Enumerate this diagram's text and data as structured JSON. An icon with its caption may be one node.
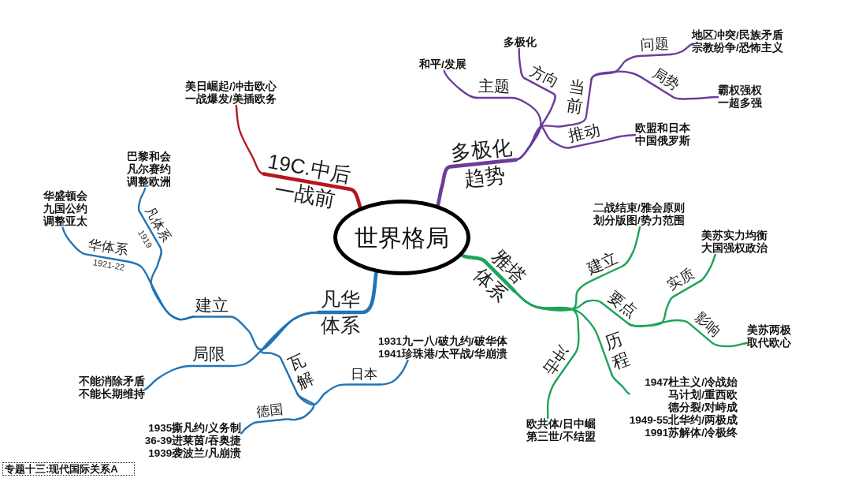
{
  "diagram": {
    "nodes": [
      {
        "text": [
          "世界格局"
        ]
      },
      {
        "text": [
          "19C.中后一战前"
        ]
      },
      {
        "text": [
          "美日崛起/冲击欧心",
          "一战爆发/美插欧务"
        ]
      },
      {
        "text": [
          "多极化趋势"
        ]
      },
      {
        "text": [
          "主题"
        ]
      },
      {
        "text": [
          "和平/发展"
        ]
      },
      {
        "text": [
          "方向"
        ]
      },
      {
        "text": [
          "多极化"
        ]
      },
      {
        "text": [
          "当前"
        ]
      },
      {
        "text": [
          "问题"
        ]
      },
      {
        "text": [
          "地区冲突/民族矛盾",
          "宗教纷争/恐怖主义"
        ]
      },
      {
        "text": [
          "局势"
        ]
      },
      {
        "text": [
          "霸权强权",
          "一超多强"
        ]
      },
      {
        "text": [
          "推动"
        ]
      },
      {
        "text": [
          "欧盟和日本",
          "中国俄罗斯"
        ]
      },
      {
        "text": [
          "雅塔体系"
        ]
      },
      {
        "text": [
          "建立"
        ]
      },
      {
        "text": [
          "二战结束/雅会原则",
          "划分版图/势力范围"
        ]
      },
      {
        "text": [
          "要点"
        ]
      },
      {
        "text": [
          "实质"
        ]
      },
      {
        "text": [
          "美苏实力均衡",
          "大国强权政治"
        ]
      },
      {
        "text": [
          "影响"
        ]
      },
      {
        "text": [
          "美苏两极",
          "取代欧心"
        ]
      },
      {
        "text": [
          "历程"
        ]
      },
      {
        "text": [
          "1947杜主义/冷战始",
          "马计划/重西欧",
          "德分裂/对峙成",
          "1949-55北华约/两极成",
          "1991苏解体/冷极终"
        ]
      },
      {
        "text": [
          "冲击"
        ]
      },
      {
        "text": [
          "欧共体/日中崛",
          "第三世/不结盟"
        ]
      },
      {
        "text": [
          "凡华体系"
        ]
      },
      {
        "text": [
          "建立"
        ]
      },
      {
        "text": [
          "华体系"
        ],
        "beside": [
          "1921-22"
        ]
      },
      {
        "text": [
          "华盛顿会",
          "九国公约",
          "调整亚太"
        ]
      },
      {
        "text": [
          "凡体系"
        ],
        "beside": [
          "1919"
        ]
      },
      {
        "text": [
          "巴黎和会",
          "凡尔赛约",
          "调整欧洲"
        ]
      },
      {
        "text": [
          "局限"
        ]
      },
      {
        "text": [
          "不能消除矛盾",
          "不能长期维持"
        ]
      },
      {
        "text": [
          "瓦解"
        ]
      },
      {
        "text": [
          "日本"
        ]
      },
      {
        "text": [
          "1931九一八/破九约/破华体",
          "1941珍珠港/太平战/华崩溃"
        ]
      },
      {
        "text": [
          "德国"
        ]
      },
      {
        "text": [
          "1935撕凡约/义务制",
          "36-39进莱茵/吞奥捷",
          "1939袭波兰/凡崩溃"
        ]
      }
    ],
    "edges": [
      {
        "from": 0,
        "to": 1,
        "arrow": "none",
        "style": "thick",
        "color": "#b5171e"
      },
      {
        "from": 1,
        "to": 2,
        "arrow": "none",
        "color": "#b5171e"
      },
      {
        "from": 0,
        "to": 3,
        "arrow": "none",
        "style": "thick",
        "color": "#6d3d9c"
      },
      {
        "from": 3,
        "to": 4,
        "arrow": "none",
        "color": "#6d3d9c"
      },
      {
        "from": 4,
        "to": 5,
        "arrow": "none",
        "color": "#6d3d9c"
      },
      {
        "from": 3,
        "to": 6,
        "arrow": "none",
        "color": "#6d3d9c"
      },
      {
        "from": 6,
        "to": 7,
        "arrow": "none",
        "color": "#6d3d9c"
      },
      {
        "from": 3,
        "to": 8,
        "arrow": "none",
        "color": "#6d3d9c"
      },
      {
        "from": 8,
        "to": 9,
        "arrow": "none",
        "color": "#6d3d9c"
      },
      {
        "from": 9,
        "to": 10,
        "arrow": "none",
        "color": "#6d3d9c"
      },
      {
        "from": 8,
        "to": 11,
        "arrow": "none",
        "color": "#6d3d9c"
      },
      {
        "from": 11,
        "to": 12,
        "arrow": "none",
        "color": "#6d3d9c"
      },
      {
        "from": 3,
        "to": 13,
        "arrow": "none",
        "color": "#6d3d9c"
      },
      {
        "from": 13,
        "to": 14,
        "arrow": "none",
        "color": "#6d3d9c"
      },
      {
        "from": 0,
        "to": 15,
        "arrow": "none",
        "style": "thick",
        "color": "#1fa35a"
      },
      {
        "from": 15,
        "to": 16,
        "arrow": "none",
        "color": "#1fa35a"
      },
      {
        "from": 16,
        "to": 17,
        "arrow": "none",
        "color": "#1fa35a"
      },
      {
        "from": 15,
        "to": 18,
        "arrow": "none",
        "color": "#1fa35a"
      },
      {
        "from": 18,
        "to": 19,
        "arrow": "none",
        "color": "#1fa35a"
      },
      {
        "from": 19,
        "to": 20,
        "arrow": "none",
        "color": "#1fa35a"
      },
      {
        "from": 18,
        "to": 21,
        "arrow": "none",
        "color": "#1fa35a"
      },
      {
        "from": 21,
        "to": 22,
        "arrow": "none",
        "color": "#1fa35a"
      },
      {
        "from": 15,
        "to": 23,
        "arrow": "none",
        "color": "#1fa35a"
      },
      {
        "from": 23,
        "to": 24,
        "arrow": "none",
        "color": "#1fa35a"
      },
      {
        "from": 15,
        "to": 25,
        "arrow": "none",
        "color": "#1fa35a"
      },
      {
        "from": 25,
        "to": 26,
        "arrow": "none",
        "color": "#1fa35a"
      },
      {
        "from": 0,
        "to": 27,
        "arrow": "none",
        "style": "thick",
        "color": "#2274b5"
      },
      {
        "from": 27,
        "to": 28,
        "arrow": "none",
        "color": "#2274b5"
      },
      {
        "from": 28,
        "to": 29,
        "arrow": "none",
        "color": "#2274b5"
      },
      {
        "from": 29,
        "to": 30,
        "arrow": "none",
        "color": "#2274b5"
      },
      {
        "from": 28,
        "to": 31,
        "arrow": "none",
        "color": "#2274b5"
      },
      {
        "from": 31,
        "to": 32,
        "arrow": "none",
        "color": "#2274b5"
      },
      {
        "from": 27,
        "to": 33,
        "arrow": "none",
        "color": "#2274b5"
      },
      {
        "from": 33,
        "to": 34,
        "arrow": "none",
        "color": "#2274b5"
      },
      {
        "from": 27,
        "to": 35,
        "arrow": "none",
        "color": "#2274b5"
      },
      {
        "from": 35,
        "to": 36,
        "arrow": "none",
        "color": "#2274b5"
      },
      {
        "from": 36,
        "to": 37,
        "arrow": "none",
        "color": "#2274b5"
      },
      {
        "from": 35,
        "to": 38,
        "arrow": "none",
        "color": "#2274b5"
      },
      {
        "from": 38,
        "to": 39,
        "arrow": "none",
        "color": "#2274b5"
      }
    ],
    "labels": [
      "专题十三:现代国际关系A"
    ]
  }
}
